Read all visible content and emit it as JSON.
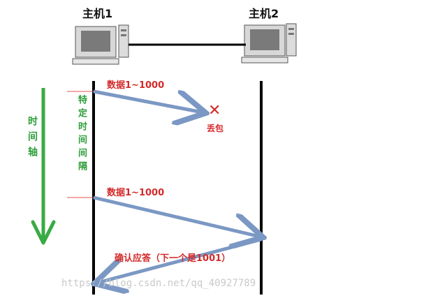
{
  "host1": {
    "label": "主机1"
  },
  "host2": {
    "label": "主机2"
  },
  "timeline": {
    "label": "时间轴"
  },
  "interval": {
    "label": "特定时间间隔"
  },
  "segment1": {
    "label": "数据1~1000"
  },
  "lost": {
    "label": "丢包",
    "marker": "✕"
  },
  "segment2": {
    "label": "数据1~1000"
  },
  "ack": {
    "label": "确认应答（下一个是1001）"
  },
  "watermark": "https://blog.csdn.net/qq_40927789",
  "colors": {
    "arrow": "#7b98c4",
    "lifeline": "#000000",
    "timeline": "#3aaa45",
    "label_red": "#d42a2a",
    "label_green": "#2e9e3a"
  }
}
